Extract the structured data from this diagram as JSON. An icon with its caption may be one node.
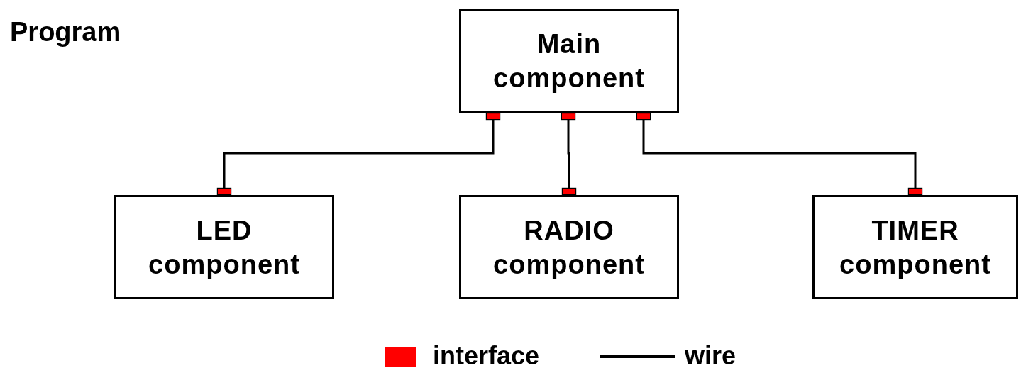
{
  "diagram": {
    "title": "Program",
    "nodes": [
      {
        "text": [
          "Main component"
        ]
      },
      {
        "text": [
          "LED component"
        ]
      },
      {
        "text": [
          "RADIO component"
        ]
      },
      {
        "text": [
          "TIMER component"
        ]
      }
    ],
    "edges": [
      {
        "from": 0,
        "to": 1,
        "arrow": "other"
      },
      {
        "from": 0,
        "to": 2,
        "arrow": "other"
      },
      {
        "from": 0,
        "to": 3,
        "arrow": "other"
      }
    ],
    "legend": [
      {
        "text": "interface",
        "color": "#ff0000"
      },
      {
        "text": "wire"
      }
    ]
  }
}
